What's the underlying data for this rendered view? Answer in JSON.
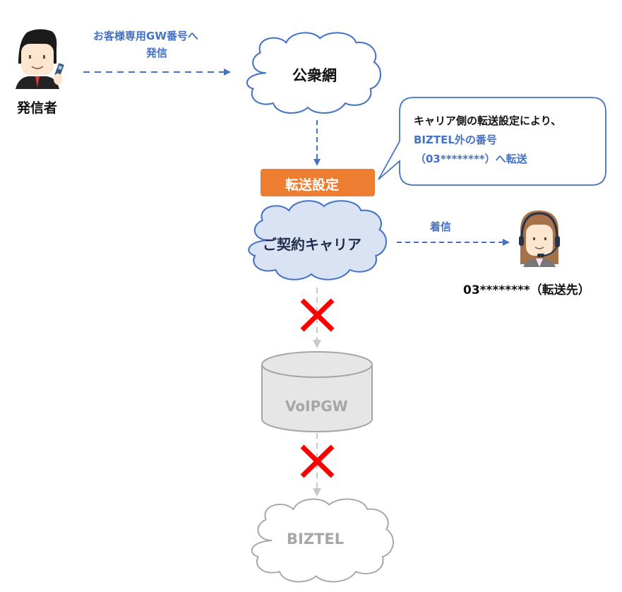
{
  "caller": {
    "label": "発信者",
    "icon": "businessman-with-phone-icon"
  },
  "call_arrow": {
    "line1": "お客様専用GW番号へ",
    "line2": "発信"
  },
  "public_network": {
    "label": "公衆網"
  },
  "forward_setting": {
    "label": "転送設定",
    "color": "#ed7d31"
  },
  "callout": {
    "line1": "キャリア側の転送設定により、",
    "line2": "BIZTEL外の番号",
    "line3": "（03********）へ転送"
  },
  "carrier": {
    "label": "ご契約キャリア",
    "fill": "#dae3f3",
    "stroke": "#4472c4"
  },
  "incoming_arrow": {
    "label": "着信"
  },
  "operator": {
    "label": "03********（転送先）",
    "icon": "operator-with-headset-icon"
  },
  "voipgw": {
    "label": "VoIPGW",
    "fill": "#e6e6e6",
    "stroke": "#a6a6a6"
  },
  "biztel": {
    "label": "BIZTEL",
    "stroke": "#a6a6a6"
  },
  "blocked_marks": [
    "cross-icon",
    "cross-icon"
  ],
  "colors": {
    "accent_blue": "#4472c4",
    "blocked_red": "#ff0000",
    "disabled_gray": "#bfbfbf"
  }
}
